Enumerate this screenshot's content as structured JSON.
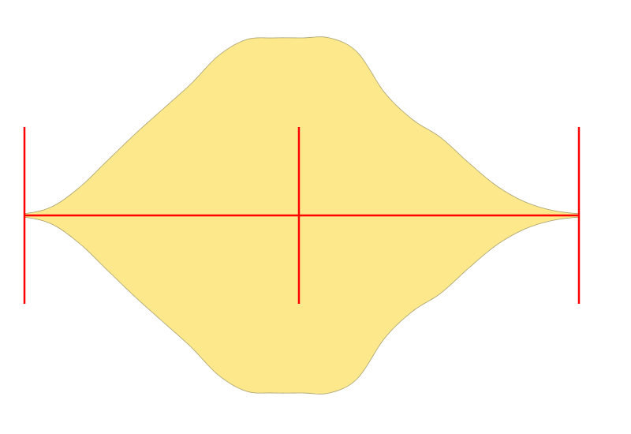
{
  "chart_data": {
    "type": "violin",
    "orientation": "horizontal",
    "title": "",
    "xlabel": "",
    "ylabel": "",
    "axes_visible": false,
    "grid": false,
    "legend": "none",
    "x_range": [
      0,
      1
    ],
    "series": [
      {
        "fill_color": "#fde98c",
        "edge_color": "#a8a070",
        "min": 0.0,
        "median": 0.495,
        "max": 1.0,
        "density": {
          "x": [
            0.0,
            0.05,
            0.1,
            0.15,
            0.2,
            0.25,
            0.3,
            0.35,
            0.4,
            0.45,
            0.5,
            0.55,
            0.6,
            0.65,
            0.7,
            0.75,
            0.8,
            0.85,
            0.9,
            0.95,
            1.0
          ],
          "y": [
            0.01,
            0.05,
            0.16,
            0.31,
            0.46,
            0.6,
            0.74,
            0.9,
            0.99,
            1.0,
            1.0,
            1.0,
            0.92,
            0.69,
            0.54,
            0.44,
            0.3,
            0.17,
            0.08,
            0.03,
            0.01
          ]
        },
        "stat_lines_color": "#ff0000"
      }
    ]
  }
}
